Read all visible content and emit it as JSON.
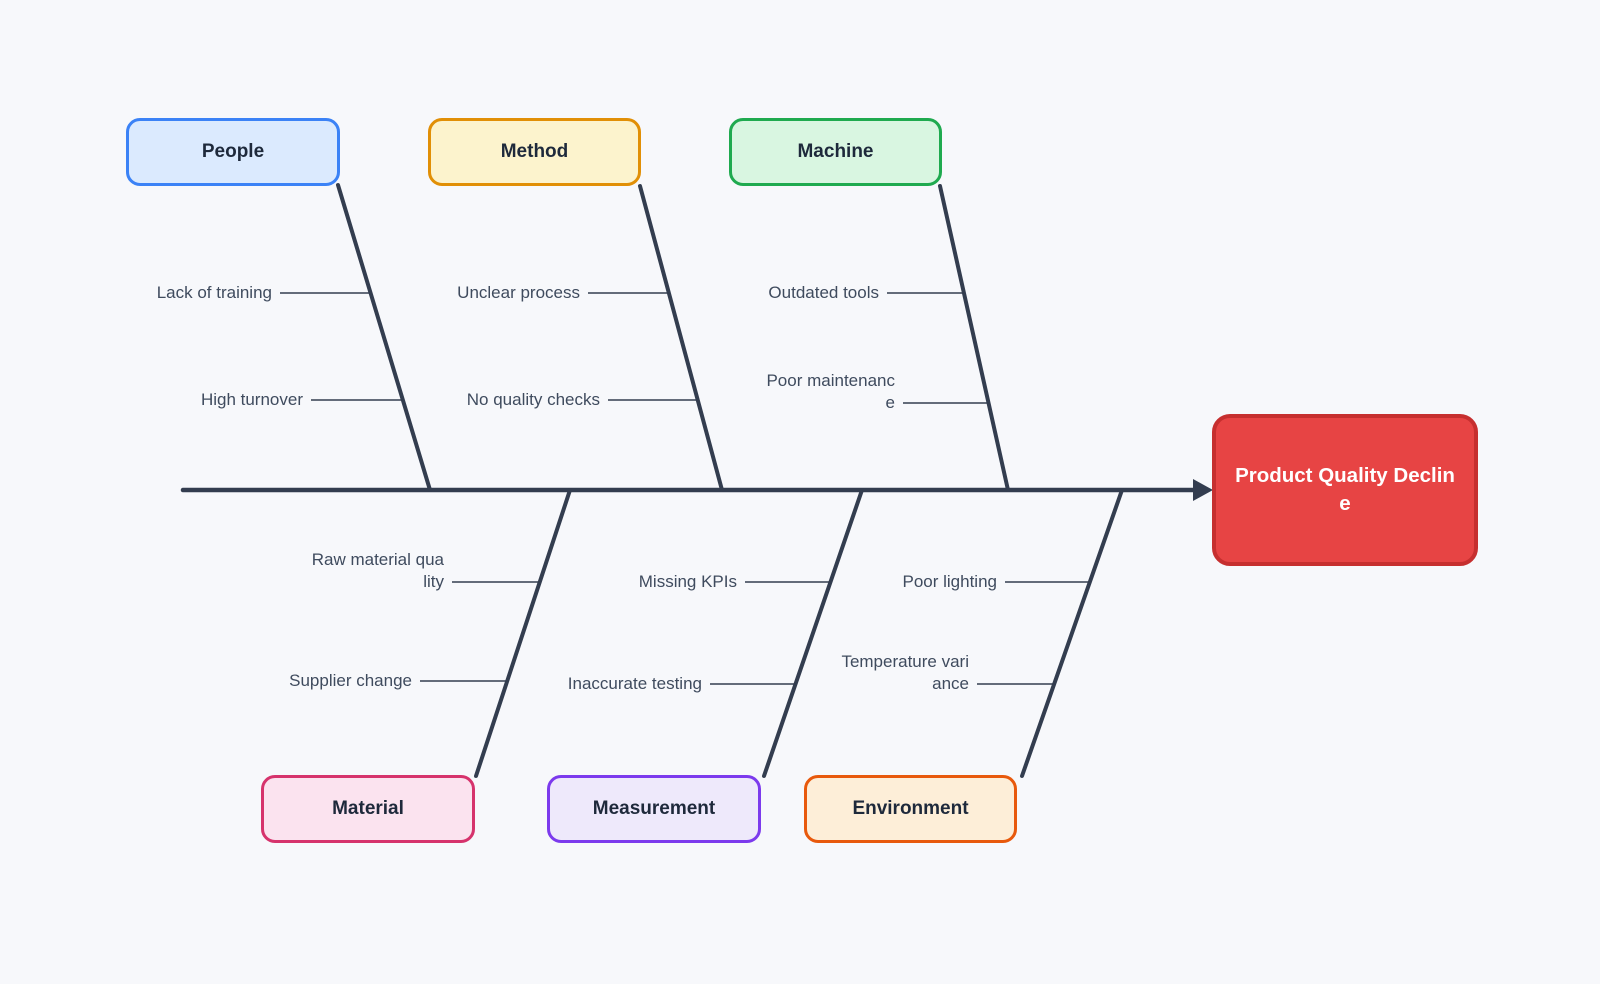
{
  "effect": {
    "label": "Product Quality Declin\ne"
  },
  "top_categories": [
    {
      "label": "People",
      "fill": "#dbeafe",
      "border": "#3b82f6",
      "causes": [
        "Lack of training",
        "High turnover"
      ]
    },
    {
      "label": "Method",
      "fill": "#fcf3cd",
      "border": "#e18f06",
      "causes": [
        "Unclear process",
        "No quality checks"
      ]
    },
    {
      "label": "Machine",
      "fill": "#d9f6e1",
      "border": "#1faa4f",
      "causes": [
        "Outdated tools",
        "Poor maintenanc\ne"
      ]
    }
  ],
  "bottom_categories": [
    {
      "label": "Material",
      "fill": "#fbe3ef",
      "border": "#d6336c",
      "causes": [
        "Raw material qua\nlity",
        "Supplier change"
      ]
    },
    {
      "label": "Measurement",
      "fill": "#eee9fb",
      "border": "#7c3aed",
      "causes": [
        "Missing KPIs",
        "Inaccurate testing"
      ]
    },
    {
      "label": "Environment",
      "fill": "#fdeed8",
      "border": "#e8590c",
      "causes": [
        "Poor lighting",
        "Temperature vari\nance"
      ]
    }
  ],
  "colors": {
    "background": "#f7f8fb",
    "line": "#333d4f",
    "cause_text": "#3f4b5e",
    "category_text": "#1e293b",
    "effect_fill": "#e74444",
    "effect_border": "#c62f2f",
    "effect_text": "#ffffff"
  }
}
